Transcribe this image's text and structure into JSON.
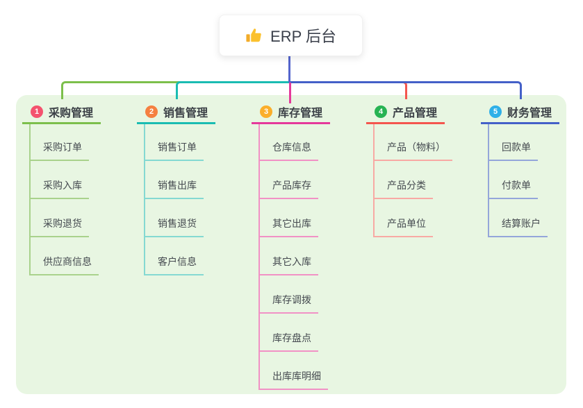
{
  "root": {
    "title": "ERP 后台",
    "icon": "thumbs-up-icon",
    "stem_color": "#5465cd",
    "box_color": "#ffffff"
  },
  "panel": {
    "background": "#e8f6e2"
  },
  "branches": [
    {
      "num": "1",
      "label": "采购管理",
      "line_color": "#7cbf4b",
      "light_color": "#a9d28c",
      "badge_color": "#f4526e",
      "children": [
        "采购订单",
        "采购入库",
        "采购退货",
        "供应商信息"
      ]
    },
    {
      "num": "2",
      "label": "销售管理",
      "line_color": "#1abcb2",
      "light_color": "#84d9d2",
      "badge_color": "#f58041",
      "children": [
        "销售订单",
        "销售出库",
        "销售退货",
        "客户信息"
      ]
    },
    {
      "num": "3",
      "label": "库存管理",
      "line_color": "#e5399b",
      "light_color": "#f191c5",
      "badge_color": "#fbae2a",
      "children": [
        "仓库信息",
        "产品库存",
        "其它出库",
        "其它入库",
        "库存调拨",
        "库存盘点",
        "出库库明细"
      ]
    },
    {
      "num": "4",
      "label": "产品管理",
      "line_color": "#f4554e",
      "light_color": "#f8a9a4",
      "badge_color": "#27b353",
      "children": [
        "产品（物料）",
        "产品分类",
        "产品单位"
      ]
    },
    {
      "num": "5",
      "label": "财务管理",
      "line_color": "#4460c8",
      "light_color": "#94a6da",
      "badge_color": "#2fb0e8",
      "children": [
        "回款单",
        "付款单",
        "结算账户"
      ]
    }
  ]
}
